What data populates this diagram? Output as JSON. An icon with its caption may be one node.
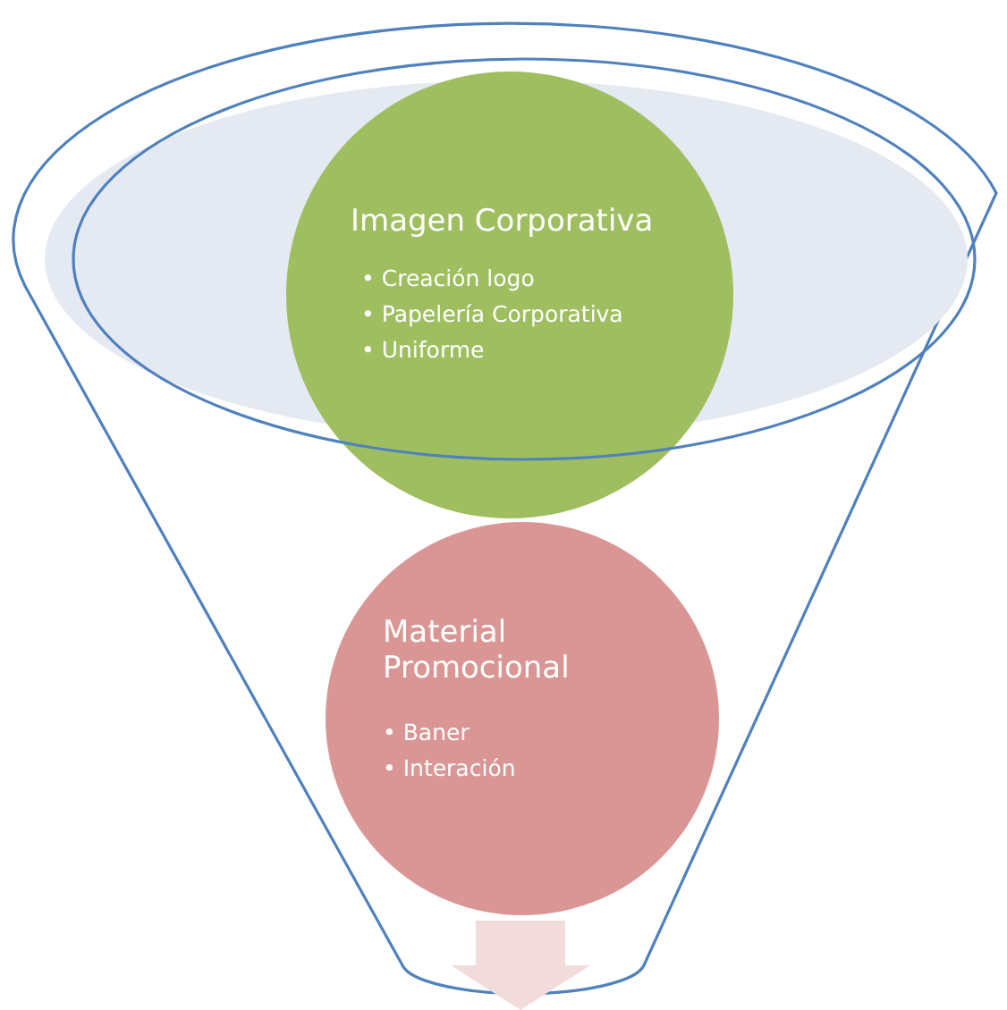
{
  "diagram": {
    "nodes": [
      {
        "text": [
          "Imagen Corporativa",
          "• Creación logo",
          "• Papelería Corporativa",
          "• Uniforme"
        ]
      },
      {
        "text": [
          "Material Promocional",
          "• Baner",
          "• Interación"
        ]
      }
    ]
  }
}
